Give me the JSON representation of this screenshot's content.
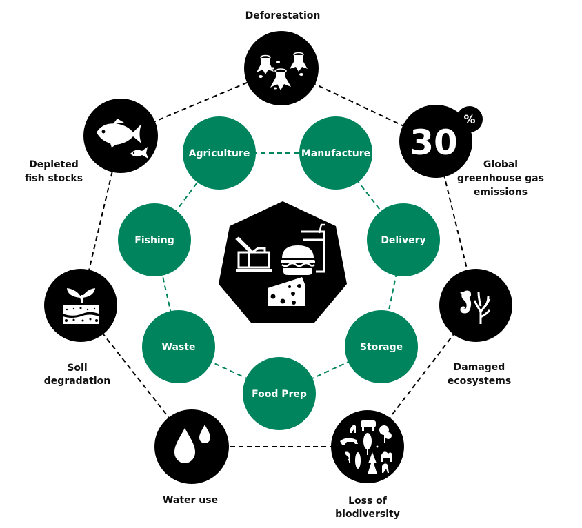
{
  "colors": {
    "green": "#00845E",
    "black": "#000000",
    "white": "#FFFFFF"
  },
  "center": {
    "icon": "food-icons-heptagon",
    "items": [
      "knife-butter-dish-icon",
      "burger-icon",
      "drink-cup-icon",
      "cheese-icon"
    ]
  },
  "stages": [
    {
      "id": "agriculture",
      "label": "Agriculture"
    },
    {
      "id": "manufacture",
      "label": "Manufacture"
    },
    {
      "id": "delivery",
      "label": "Delivery"
    },
    {
      "id": "storage",
      "label": "Storage"
    },
    {
      "id": "food-prep",
      "label": "Food Prep"
    },
    {
      "id": "waste",
      "label": "Waste"
    },
    {
      "id": "fishing",
      "label": "Fishing"
    }
  ],
  "impacts": [
    {
      "id": "deforestation",
      "label": "Deforestation",
      "icon": "tree-stumps-icon"
    },
    {
      "id": "ghg",
      "label": "Global greenhouse gas emissions",
      "lines": [
        "Global",
        "greenhouse gas",
        "emissions"
      ],
      "value": "30",
      "unit": "%",
      "icon": "percent-badge-icon"
    },
    {
      "id": "ecosystems",
      "label": "Damaged ecosystems",
      "lines": [
        "Damaged",
        "ecosystems"
      ],
      "icon": "seahorse-coral-icon"
    },
    {
      "id": "biodiversity",
      "label": "Loss of biodiversity",
      "lines": [
        "Loss of",
        "biodiversity"
      ],
      "icon": "animals-trees-icon"
    },
    {
      "id": "water",
      "label": "Water use",
      "icon": "water-drops-icon"
    },
    {
      "id": "soil",
      "label": "Soil degradation",
      "lines": [
        "Soil",
        "degradation"
      ],
      "icon": "seedling-soil-icon"
    },
    {
      "id": "fish",
      "label": "Depleted fish stocks",
      "lines": [
        "Depleted",
        "fish stocks"
      ],
      "icon": "fish-icon"
    }
  ]
}
